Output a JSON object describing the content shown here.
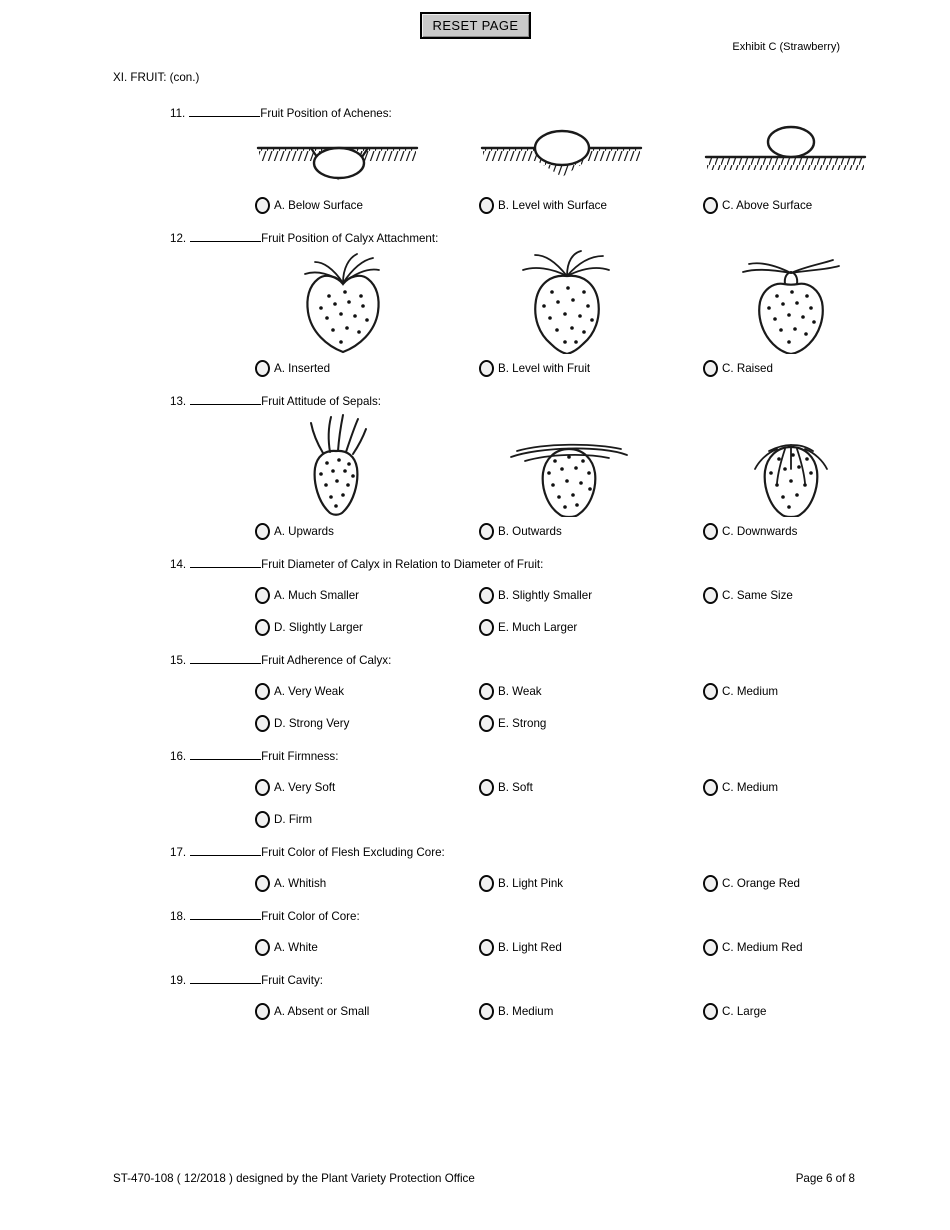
{
  "page": {
    "reset_button_label": "RESET PAGE",
    "exhibit_label": "Exhibit C (Strawberry)",
    "section_title": "XI. FRUIT: (con.)",
    "footer_left": "ST-470-108 ( 12/2018 ) designed by the Plant Variety Protection Office",
    "footer_right": "Page 6 of 8"
  },
  "questions": [
    {
      "number": "11.",
      "answer_value": "",
      "title": "Fruit Position of Achenes:",
      "illustrations": [
        "achene-below-surface",
        "achene-level-with-surface",
        "achene-above-surface"
      ],
      "options": [
        {
          "label": "A. Below Surface"
        },
        {
          "label": "B. Level with Surface"
        },
        {
          "label": "C. Above Surface"
        }
      ]
    },
    {
      "number": "12.",
      "answer_value": "",
      "title": "Fruit Position of Calyx Attachment:",
      "illustrations": [
        "strawberry-calyx-inserted",
        "strawberry-calyx-level",
        "strawberry-calyx-raised"
      ],
      "options": [
        {
          "label": "A. Inserted"
        },
        {
          "label": "B. Level with Fruit"
        },
        {
          "label": "C. Raised"
        }
      ]
    },
    {
      "number": "13.",
      "answer_value": "",
      "title": "Fruit Attitude of Sepals:",
      "illustrations": [
        "strawberry-sepals-upwards",
        "strawberry-sepals-outwards",
        "strawberry-sepals-downwards"
      ],
      "options": [
        {
          "label": "A. Upwards"
        },
        {
          "label": "B. Outwards"
        },
        {
          "label": "C. Downwards"
        }
      ]
    },
    {
      "number": "14.",
      "answer_value": "",
      "title": "Fruit Diameter of Calyx in Relation to Diameter of Fruit:",
      "options": [
        {
          "label": "A. Much Smaller"
        },
        {
          "label": "B. Slightly Smaller"
        },
        {
          "label": "C. Same Size"
        },
        {
          "label": "D. Slightly Larger"
        },
        {
          "label": "E. Much Larger"
        }
      ]
    },
    {
      "number": "15.",
      "answer_value": "",
      "title": "Fruit Adherence of Calyx:",
      "options": [
        {
          "label": "A. Very Weak"
        },
        {
          "label": "B. Weak"
        },
        {
          "label": "C. Medium"
        },
        {
          "label": "D. Strong Very"
        },
        {
          "label": "E. Strong"
        }
      ]
    },
    {
      "number": "16.",
      "answer_value": "",
      "title": "Fruit Firmness:",
      "options": [
        {
          "label": "A. Very Soft"
        },
        {
          "label": "B. Soft"
        },
        {
          "label": "C. Medium"
        },
        {
          "label": "D. Firm"
        }
      ]
    },
    {
      "number": "17.",
      "answer_value": "",
      "title": "Fruit Color of Flesh Excluding Core:",
      "options": [
        {
          "label": "A. Whitish"
        },
        {
          "label": "B. Light Pink"
        },
        {
          "label": "C. Orange Red"
        }
      ]
    },
    {
      "number": "18.",
      "answer_value": "",
      "title": "Fruit Color of Core:",
      "options": [
        {
          "label": "A. White"
        },
        {
          "label": "B. Light Red"
        },
        {
          "label": "C. Medium Red"
        }
      ]
    },
    {
      "number": "19.",
      "answer_value": "",
      "title": "Fruit Cavity:",
      "options": [
        {
          "label": "A. Absent or Small"
        },
        {
          "label": "B. Medium"
        },
        {
          "label": "C. Large"
        }
      ]
    }
  ]
}
